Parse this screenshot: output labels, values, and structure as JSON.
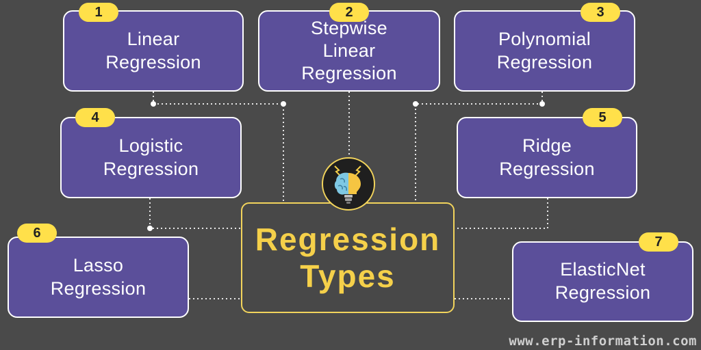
{
  "cards": [
    {
      "number": "1",
      "label": "Linear\nRegression"
    },
    {
      "number": "2",
      "label": "Stepwise\nLinear\nRegression"
    },
    {
      "number": "3",
      "label": "Polynomial\nRegression"
    },
    {
      "number": "4",
      "label": "Logistic\nRegression"
    },
    {
      "number": "5",
      "label": "Ridge\nRegression"
    },
    {
      "number": "6",
      "label": "Lasso\nRegression"
    },
    {
      "number": "7",
      "label": "ElasticNet\nRegression"
    }
  ],
  "center": {
    "title": "Regression\nTypes",
    "icon": "brain-lightbulb-icon"
  },
  "watermark": "www.erp-information.com",
  "colors": {
    "background": "#4a4a4a",
    "card_fill": "#5b4f9a",
    "badge": "#ffe04a",
    "center_title": "#f5d04a",
    "center_border": "#f2d45c"
  }
}
